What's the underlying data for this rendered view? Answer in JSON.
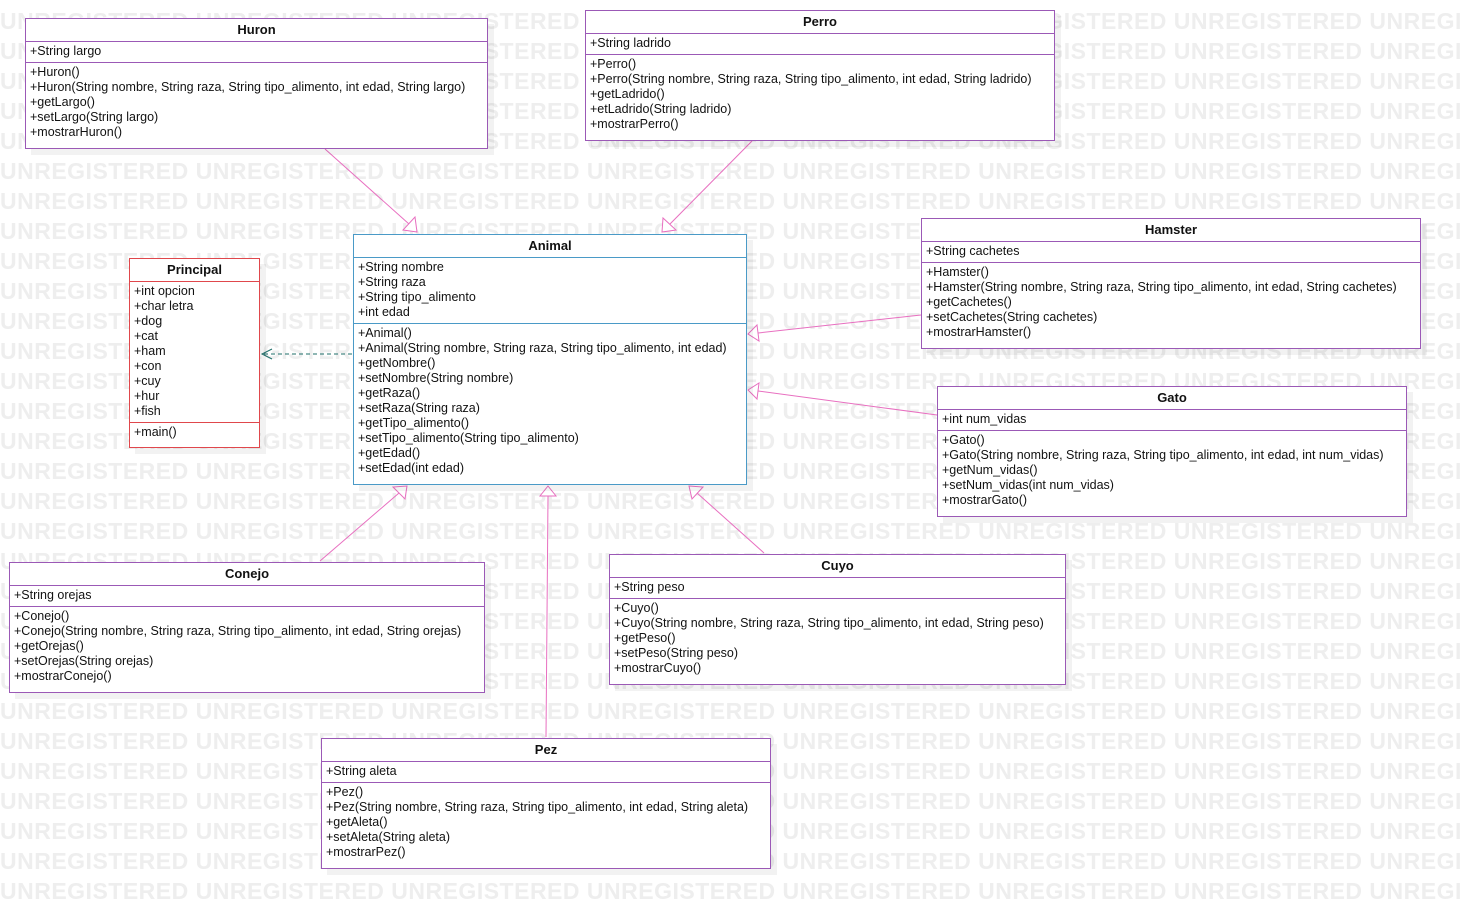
{
  "watermark": "UNREGISTERED",
  "colors": {
    "class_border": "#9b59b6",
    "principal_border": "#e0474c",
    "animal_border": "#4a9ac7",
    "inheritance_line": "#e86fc0",
    "dependency_line": "#1f6f6a",
    "watermark_text": "#eeeeee"
  },
  "classes": {
    "huron": {
      "name": "Huron",
      "attributes": [
        "+String largo"
      ],
      "methods": [
        "+Huron()",
        "+Huron(String nombre, String raza, String tipo_alimento, int edad, String largo)",
        "+getLargo()",
        "+setLargo(String largo)",
        "+mostrarHuron()"
      ]
    },
    "perro": {
      "name": "Perro",
      "attributes": [
        "+String ladrido"
      ],
      "methods": [
        "+Perro()",
        "+Perro(String nombre, String raza, String tipo_alimento, int edad, String ladrido)",
        "+getLadrido()",
        "+etLadrido(String ladrido)",
        "+mostrarPerro()"
      ]
    },
    "hamster": {
      "name": "Hamster",
      "attributes": [
        "+String cachetes"
      ],
      "methods": [
        "+Hamster()",
        "+Hamster(String nombre, String raza, String tipo_alimento, int edad, String cachetes)",
        "+getCachetes()",
        "+setCachetes(String cachetes)",
        "+mostrarHamster()"
      ]
    },
    "principal": {
      "name": "Principal",
      "attributes": [
        "+int opcion",
        "+char letra",
        "+dog",
        "+cat",
        "+ham",
        "+con",
        "+cuy",
        "+hur",
        "+fish"
      ],
      "methods": [
        "+main()"
      ]
    },
    "animal": {
      "name": "Animal",
      "attributes": [
        "+String nombre",
        "+String raza",
        "+String tipo_alimento",
        "+int edad"
      ],
      "methods": [
        "+Animal()",
        "+Animal(String nombre, String raza, String tipo_alimento, int edad)",
        "+getNombre()",
        "+setNombre(String nombre)",
        "+getRaza()",
        "+setRaza(String raza)",
        "+getTipo_alimento()",
        "+setTipo_alimento(String tipo_alimento)",
        "+getEdad()",
        "+setEdad(int edad)"
      ]
    },
    "gato": {
      "name": "Gato",
      "attributes": [
        "+int num_vidas"
      ],
      "methods": [
        "+Gato()",
        "+Gato(String nombre, String raza, String tipo_alimento, int edad, int num_vidas)",
        "+getNum_vidas()",
        "+setNum_vidas(int num_vidas)",
        "+mostrarGato()"
      ]
    },
    "conejo": {
      "name": "Conejo",
      "attributes": [
        "+String orejas"
      ],
      "methods": [
        "+Conejo()",
        "+Conejo(String nombre, String raza, String tipo_alimento, int edad, String orejas)",
        "+getOrejas()",
        "+setOrejas(String orejas)",
        "+mostrarConejo()"
      ]
    },
    "cuyo": {
      "name": "Cuyo",
      "attributes": [
        "+String peso"
      ],
      "methods": [
        "+Cuyo()",
        "+Cuyo(String nombre, String raza, String tipo_alimento, int edad, String peso)",
        "+getPeso()",
        "+setPeso(String peso)",
        "+mostrarCuyo()"
      ]
    },
    "pez": {
      "name": "Pez",
      "attributes": [
        "+String aleta"
      ],
      "methods": [
        "+Pez()",
        "+Pez(String nombre, String raza, String tipo_alimento, int edad, String aleta)",
        "+getAleta()",
        "+setAleta(String aleta)",
        "+mostrarPez()"
      ]
    }
  },
  "relationships": [
    {
      "type": "generalization",
      "from": "huron",
      "to": "animal"
    },
    {
      "type": "generalization",
      "from": "perro",
      "to": "animal"
    },
    {
      "type": "generalization",
      "from": "hamster",
      "to": "animal"
    },
    {
      "type": "generalization",
      "from": "gato",
      "to": "animal"
    },
    {
      "type": "generalization",
      "from": "conejo",
      "to": "animal"
    },
    {
      "type": "generalization",
      "from": "cuyo",
      "to": "animal"
    },
    {
      "type": "generalization",
      "from": "pez",
      "to": "animal"
    },
    {
      "type": "dependency",
      "from": "animal",
      "to": "principal"
    }
  ]
}
